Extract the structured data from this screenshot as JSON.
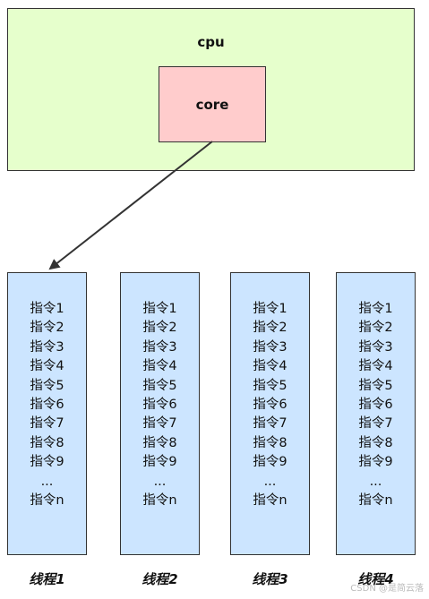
{
  "cpu": {
    "label": "cpu"
  },
  "core": {
    "label": "core"
  },
  "threads": [
    {
      "label": "线程1",
      "instructions": [
        "指令1",
        "指令2",
        "指令3",
        "指令4",
        "指令5",
        "指令6",
        "指令7",
        "指令8",
        "指令9",
        "...",
        "指令n"
      ]
    },
    {
      "label": "线程2",
      "instructions": [
        "指令1",
        "指令2",
        "指令3",
        "指令4",
        "指令5",
        "指令6",
        "指令7",
        "指令8",
        "指令9",
        "...",
        "指令n"
      ]
    },
    {
      "label": "线程3",
      "instructions": [
        "指令1",
        "指令2",
        "指令3",
        "指令4",
        "指令5",
        "指令6",
        "指令7",
        "指令8",
        "指令9",
        "...",
        "指令n"
      ]
    },
    {
      "label": "线程4",
      "instructions": [
        "指令1",
        "指令2",
        "指令3",
        "指令4",
        "指令5",
        "指令6",
        "指令7",
        "指令8",
        "指令9",
        "...",
        "指令n"
      ]
    }
  ],
  "watermark": "CSDN @是简云落",
  "colors": {
    "cpu_fill": "#e6ffcc",
    "core_fill": "#ffcccc",
    "thread_fill": "#cce5ff",
    "stroke": "#333333"
  }
}
